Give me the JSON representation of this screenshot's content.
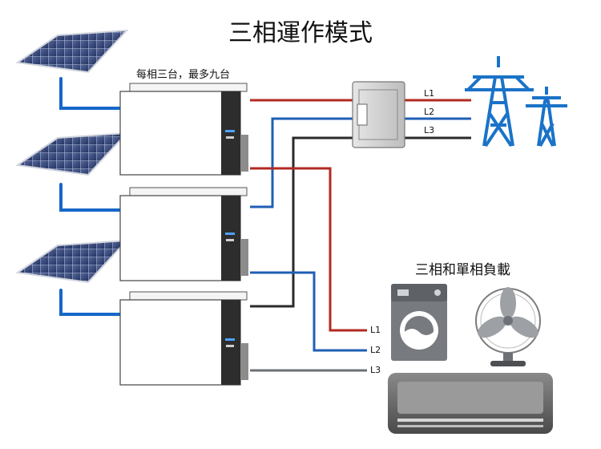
{
  "title": "三相運作模式",
  "note": "每相三台，最多九台",
  "load_title": "三相和單相負載",
  "grid_labels": [
    "L1",
    "L2",
    "L3"
  ],
  "load_labels": [
    "L1",
    "L2",
    "L3"
  ],
  "colors": {
    "l1": "#b22a22",
    "l2": "#1f5fb4",
    "l3_dark": "#2a2a2a",
    "l3_grey": "#6b7177",
    "pv_wire": "#1667c9",
    "tower": "#1a73c8"
  },
  "icons": [
    "solar-panel-icon",
    "inverter-icon",
    "breaker-box-icon",
    "power-tower-icon",
    "washing-machine-icon",
    "fan-icon",
    "air-conditioner-icon"
  ]
}
